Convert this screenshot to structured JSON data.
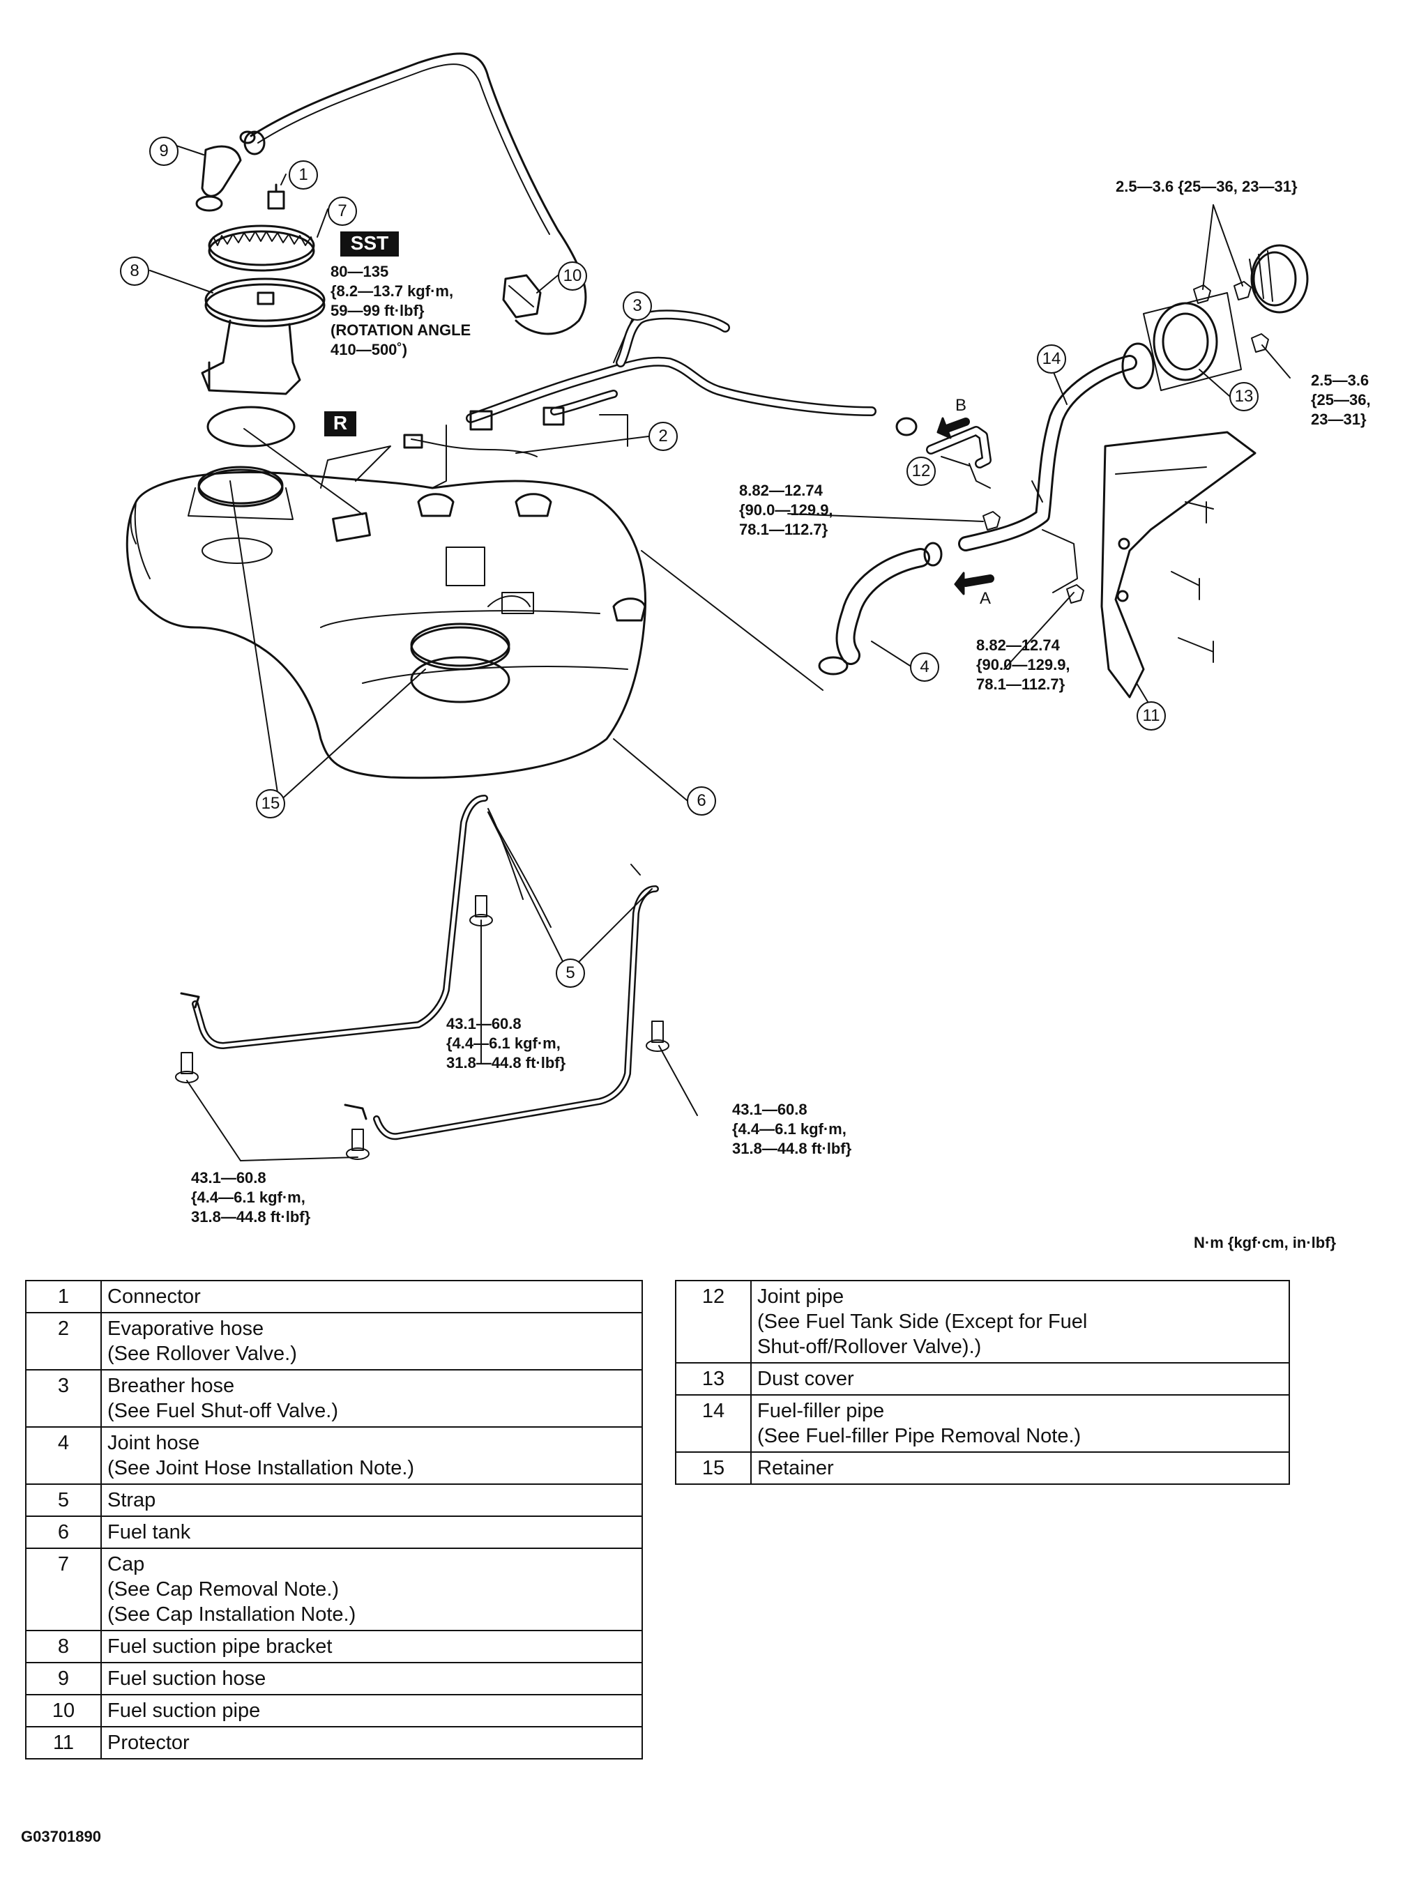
{
  "units_note": "N·m {kgf·cm, in·lbf}",
  "figure_id": "G03701890",
  "tags": {
    "sst": "SST",
    "r": "R"
  },
  "arrows": {
    "a": "A",
    "b": "B"
  },
  "callouts": [
    "1",
    "2",
    "3",
    "4",
    "5",
    "6",
    "7",
    "8",
    "9",
    "10",
    "11",
    "12",
    "13",
    "14",
    "15"
  ],
  "torques": {
    "cap": "80—135\n{8.2—13.7 kgf·m,\n59—99 ft·lbf}\n(ROTATION ANGLE\n410—500˚)",
    "filler_top": "2.5—3.6 {25—36, 23—31}",
    "filler_right": "2.5—3.6\n{25—36,\n23—31}",
    "bracket_upper": "8.82—12.74\n{90.0—129.9,\n78.1—112.7}",
    "bracket_lower": "8.82—12.74\n{90.0—129.9,\n78.1—112.7}",
    "strap_center": "43.1—60.8\n{4.4—6.1 kgf·m,\n31.8—44.8 ft·lbf}",
    "strap_right": "43.1—60.8\n{4.4—6.1 kgf·m,\n31.8—44.8 ft·lbf}",
    "strap_left": "43.1—60.8\n{4.4—6.1 kgf·m,\n31.8—44.8 ft·lbf}"
  },
  "parts_left": [
    {
      "no": "1",
      "desc": "Connector"
    },
    {
      "no": "2",
      "desc": "Evaporative hose\n(See Rollover Valve.)"
    },
    {
      "no": "3",
      "desc": "Breather hose\n(See Fuel Shut-off Valve.)"
    },
    {
      "no": "4",
      "desc": "Joint hose\n(See Joint Hose Installation Note.)"
    },
    {
      "no": "5",
      "desc": "Strap"
    },
    {
      "no": "6",
      "desc": "Fuel tank"
    },
    {
      "no": "7",
      "desc": "Cap\n(See Cap Removal Note.)\n(See Cap Installation Note.)"
    },
    {
      "no": "8",
      "desc": "Fuel suction pipe bracket"
    },
    {
      "no": "9",
      "desc": "Fuel suction hose"
    },
    {
      "no": "10",
      "desc": "Fuel suction pipe"
    },
    {
      "no": "11",
      "desc": "Protector"
    }
  ],
  "parts_right": [
    {
      "no": "12",
      "desc": "Joint pipe\n(See Fuel Tank Side (Except for Fuel\nShut-off/Rollover Valve).)"
    },
    {
      "no": "13",
      "desc": "Dust cover"
    },
    {
      "no": "14",
      "desc": "Fuel-filler pipe\n(See Fuel-filler Pipe Removal Note.)"
    },
    {
      "no": "15",
      "desc": "Retainer"
    }
  ]
}
